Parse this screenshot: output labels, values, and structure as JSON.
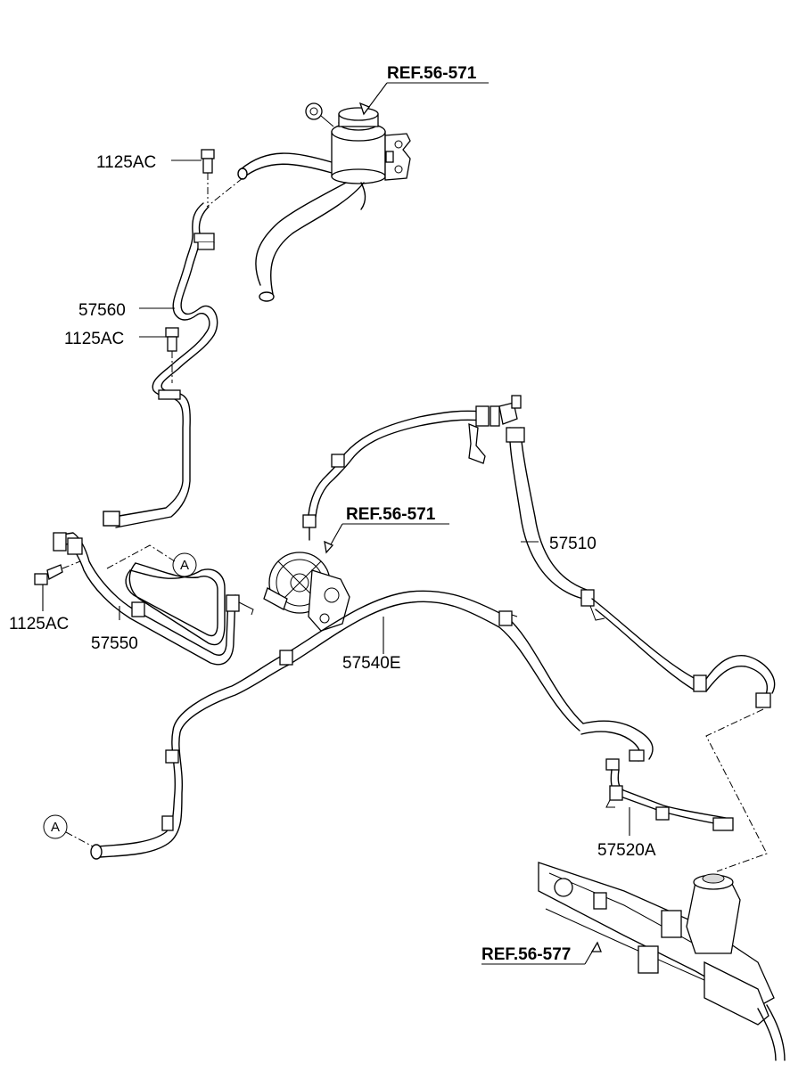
{
  "labels": {
    "ref_reservoir": "REF.56-571",
    "ref_pump": "REF.56-571",
    "ref_gear": "REF.56-577",
    "bolt_top": "1125AC",
    "bolt_mid": "1125AC",
    "bolt_left": "1125AC",
    "tube_return_upper": "57560",
    "cooler_tube": "57550",
    "pressure_hose": "57510",
    "return_hose": "57540E",
    "pressure_tube": "57520A"
  },
  "callouts": {
    "a_upper": "A",
    "a_lower": "A"
  }
}
